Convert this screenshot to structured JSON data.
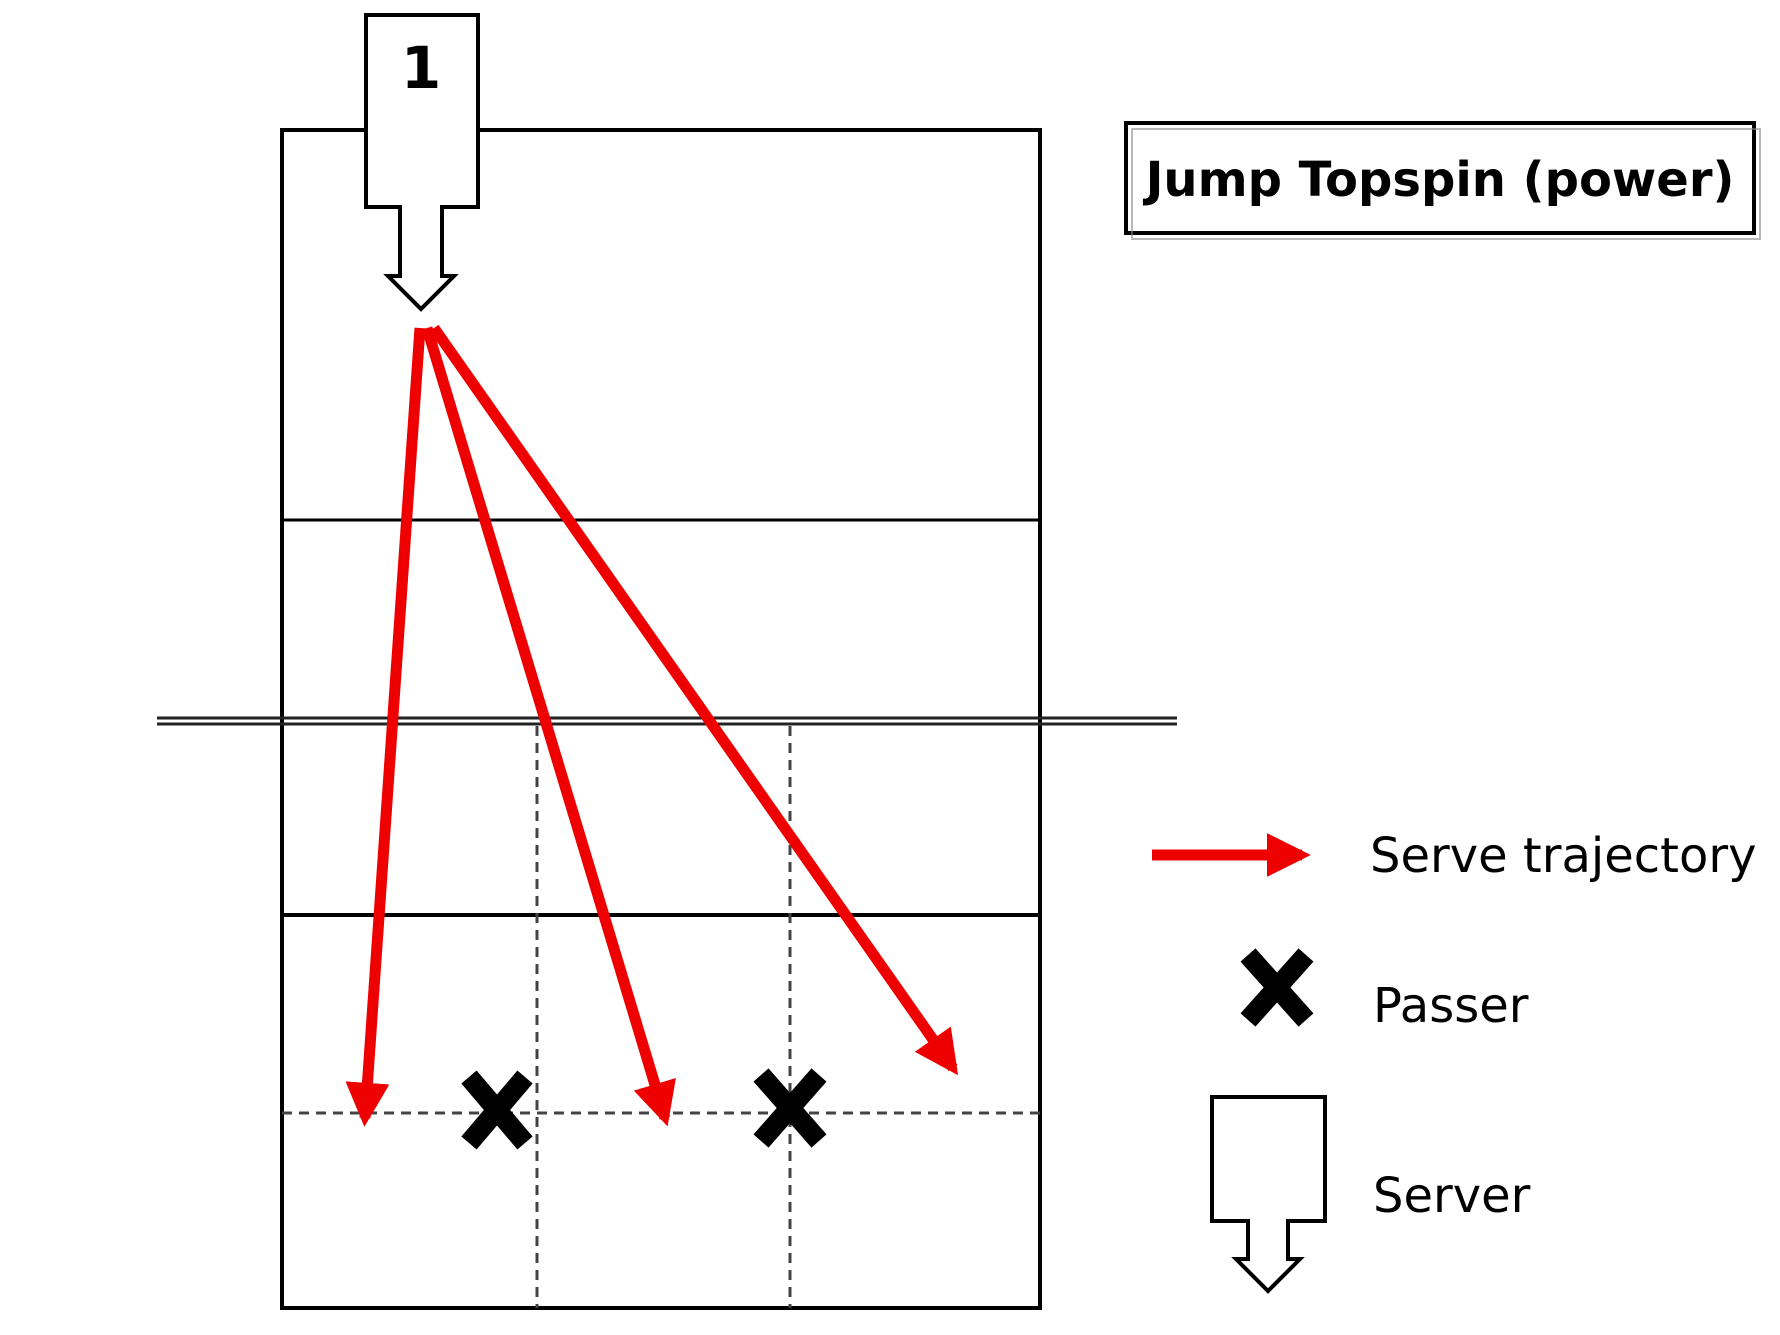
{
  "title": "Jump Topspin (power)",
  "server_number": "1",
  "legend": {
    "serve_trajectory_label": "Serve trajectory",
    "passer_label": "Passer",
    "server_label": "Server"
  },
  "colors": {
    "trajectory": "#ee0000",
    "lines": "#000000",
    "dashed_lines": "#444444"
  },
  "icons": {
    "passer": "x-mark",
    "server": "down-arrow-box"
  }
}
